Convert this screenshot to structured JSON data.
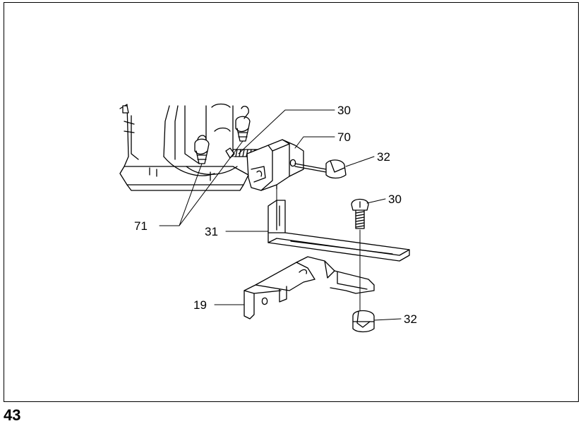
{
  "figure": {
    "page_number": "43",
    "callouts": {
      "screw_top": "30",
      "guide_holder": "70",
      "wing_nut_top": "32",
      "screw_right": "30",
      "knobs": "71",
      "rip_fence_bracket": "31",
      "rip_fence": "19",
      "wing_nut_bottom": "32"
    }
  }
}
